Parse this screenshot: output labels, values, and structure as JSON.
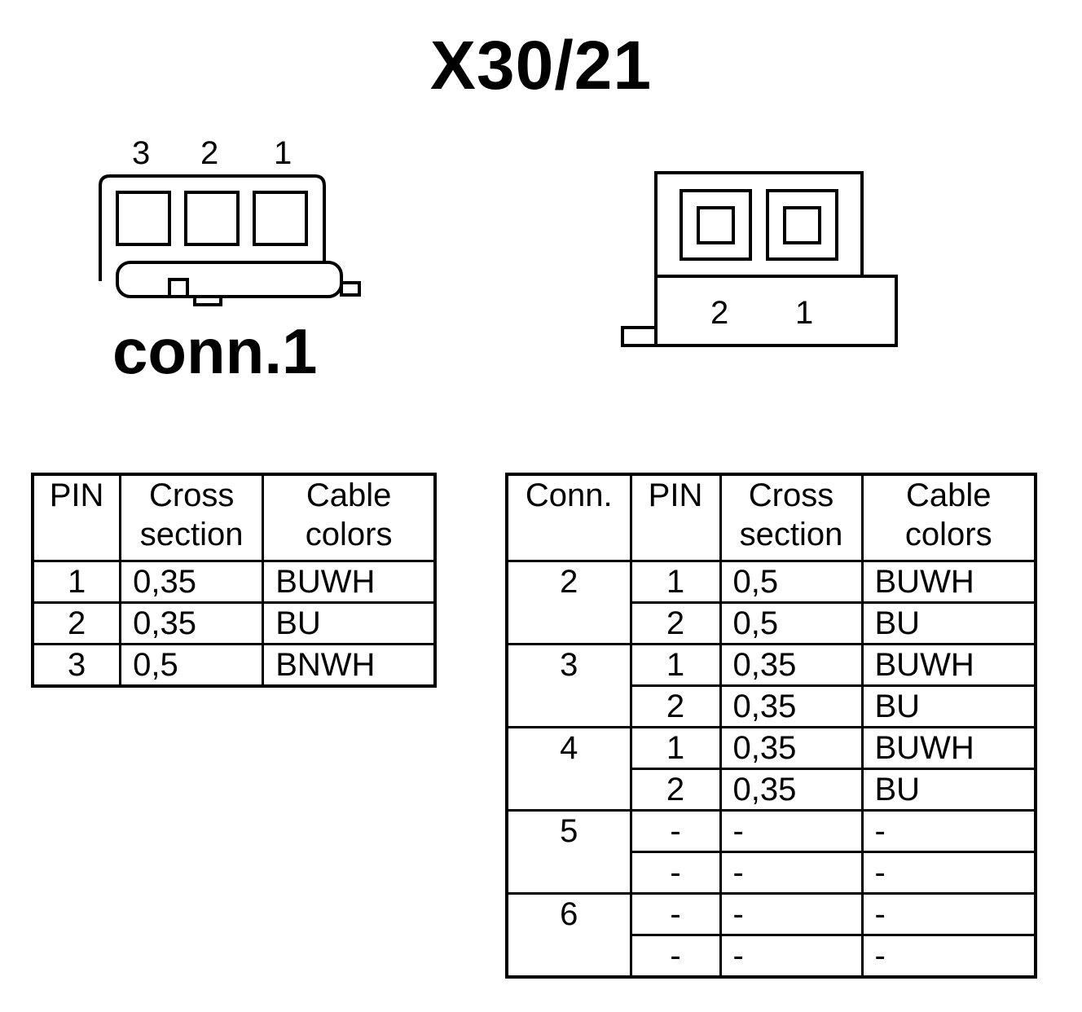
{
  "title": "X30/21",
  "conn1": {
    "label": "conn.1",
    "pin_numbers": [
      "3",
      "2",
      "1"
    ]
  },
  "conn2": {
    "pin_numbers": [
      "2",
      "1"
    ]
  },
  "table1": {
    "headers": [
      "PIN",
      "Cross",
      "section",
      "Cable",
      "colors"
    ],
    "rows": [
      {
        "pin": "1",
        "cross_section": "0,35",
        "color": "BUWH"
      },
      {
        "pin": "2",
        "cross_section": "0,35",
        "color": "BU"
      },
      {
        "pin": "3",
        "cross_section": "0,5",
        "color": "BNWH"
      }
    ]
  },
  "table2": {
    "headers": [
      "Conn.",
      "PIN",
      "Cross",
      "section",
      "Cable",
      "colors"
    ],
    "groups": [
      {
        "conn": "2",
        "rows": [
          {
            "pin": "1",
            "cross_section": "0,5",
            "color": "BUWH"
          },
          {
            "pin": "2",
            "cross_section": "0,5",
            "color": "BU"
          }
        ]
      },
      {
        "conn": "3",
        "rows": [
          {
            "pin": "1",
            "cross_section": "0,35",
            "color": "BUWH"
          },
          {
            "pin": "2",
            "cross_section": "0,35",
            "color": "BU"
          }
        ]
      },
      {
        "conn": "4",
        "rows": [
          {
            "pin": "1",
            "cross_section": "0,35",
            "color": "BUWH"
          },
          {
            "pin": "2",
            "cross_section": "0,35",
            "color": "BU"
          }
        ]
      },
      {
        "conn": "5",
        "rows": [
          {
            "pin": "-",
            "cross_section": "-",
            "color": "-"
          },
          {
            "pin": "-",
            "cross_section": "-",
            "color": "-"
          }
        ]
      },
      {
        "conn": "6",
        "rows": [
          {
            "pin": "-",
            "cross_section": "-",
            "color": "-"
          },
          {
            "pin": "-",
            "cross_section": "-",
            "color": "-"
          }
        ]
      }
    ]
  }
}
